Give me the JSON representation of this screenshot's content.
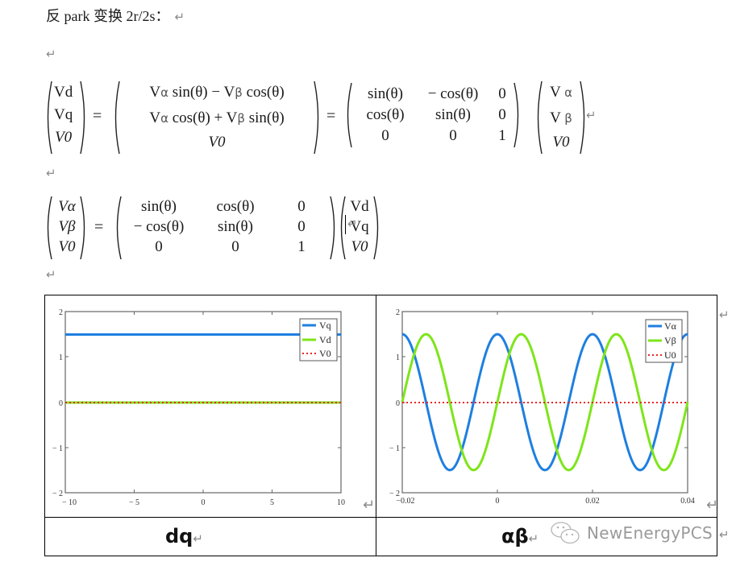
{
  "heading": {
    "text": "反 park 变换 2r/2s：",
    "para_mark": "↵"
  },
  "para_marks": {
    "mark": "↵"
  },
  "equation1": {
    "lhs": [
      "Vd",
      "Vq",
      "V0"
    ],
    "mid": [
      [
        "V",
        "α",
        " sin(θ) − V",
        "β",
        " cos(θ)"
      ],
      [
        "V",
        "α",
        " cos(θ) + V",
        "β",
        " sin(θ)"
      ],
      [
        "V0"
      ]
    ],
    "matrix": [
      [
        "sin(θ)",
        "− cos(θ)",
        "0"
      ],
      [
        "cos(θ)",
        "sin(θ)",
        "0"
      ],
      [
        "0",
        "0",
        "1"
      ]
    ],
    "rhs": [
      [
        "V",
        "α"
      ],
      [
        "V",
        "β"
      ],
      [
        "V0"
      ]
    ],
    "equals": "="
  },
  "equation2": {
    "lhs": [
      "Vα",
      "Vβ",
      "V0"
    ],
    "matrix": [
      [
        "sin(θ)",
        "cos(θ)",
        "0"
      ],
      [
        "− cos(θ)",
        "sin(θ)",
        "0"
      ],
      [
        "0",
        "0",
        "1"
      ]
    ],
    "rhs": [
      "Vd",
      "Vq",
      "V0"
    ],
    "equals": "="
  },
  "table": {
    "captions": {
      "left": "dq",
      "right": "αβ"
    },
    "watermark": "NewEnergyPCS",
    "watermark_icon": "wechat-icon"
  },
  "colors": {
    "blue": "#1e7fe0",
    "green": "#7ee51a",
    "red": "#ee2222",
    "axis": "#555555"
  },
  "chart_data": [
    {
      "type": "line",
      "title": "dq",
      "xlabel": "",
      "ylabel": "",
      "xlim": [
        -10,
        10
      ],
      "ylim": [
        -2,
        2
      ],
      "x_ticks": [
        "-10",
        "-5",
        "0",
        "5",
        "10"
      ],
      "y_ticks": [
        "-2",
        "-1",
        "0",
        "1",
        "2"
      ],
      "grid": false,
      "legend_position": "upper right",
      "x": [
        -10,
        10
      ],
      "series": [
        {
          "name": "Vq",
          "values": [
            1.5,
            1.5
          ],
          "color": "#1e7fe0",
          "style": "solid"
        },
        {
          "name": "Vd",
          "values": [
            0,
            0
          ],
          "color": "#7ee51a",
          "style": "solid"
        },
        {
          "name": "V0",
          "values": [
            0,
            0
          ],
          "color": "#ee2222",
          "style": "dotted"
        }
      ]
    },
    {
      "type": "line",
      "title": "αβ",
      "xlabel": "",
      "ylabel": "",
      "xlim": [
        -0.02,
        0.04
      ],
      "ylim": [
        -2,
        2
      ],
      "x_ticks": [
        "-0.02",
        "0",
        "0.02",
        "0.04"
      ],
      "y_ticks": [
        "-2",
        "-1",
        "0",
        "1",
        "2"
      ],
      "grid": false,
      "legend_position": "upper right",
      "frequency_hz": 50,
      "amplitude": 1.5,
      "series": [
        {
          "name": "Vα",
          "formula": "1.5*cos(2π·50·t)",
          "color": "#1e7fe0",
          "style": "solid",
          "x": [
            -0.02,
            -0.015,
            -0.01,
            -0.005,
            0,
            0.005,
            0.01,
            0.015,
            0.02,
            0.025,
            0.03,
            0.035,
            0.04
          ],
          "values": [
            1.5,
            0,
            -1.5,
            0,
            1.5,
            0,
            -1.5,
            0,
            1.5,
            0,
            -1.5,
            0,
            1.5
          ]
        },
        {
          "name": "Vβ",
          "formula": "1.5*sin(2π·50·t)",
          "color": "#7ee51a",
          "style": "solid",
          "x": [
            -0.02,
            -0.015,
            -0.01,
            -0.005,
            0,
            0.005,
            0.01,
            0.015,
            0.02,
            0.025,
            0.03,
            0.035,
            0.04
          ],
          "values": [
            0,
            1.5,
            0,
            -1.5,
            0,
            1.5,
            0,
            -1.5,
            0,
            1.5,
            0,
            -1.5,
            0
          ]
        },
        {
          "name": "U0",
          "values": [
            0,
            0
          ],
          "x": [
            -0.02,
            0.04
          ],
          "color": "#ee2222",
          "style": "dotted"
        }
      ]
    }
  ]
}
